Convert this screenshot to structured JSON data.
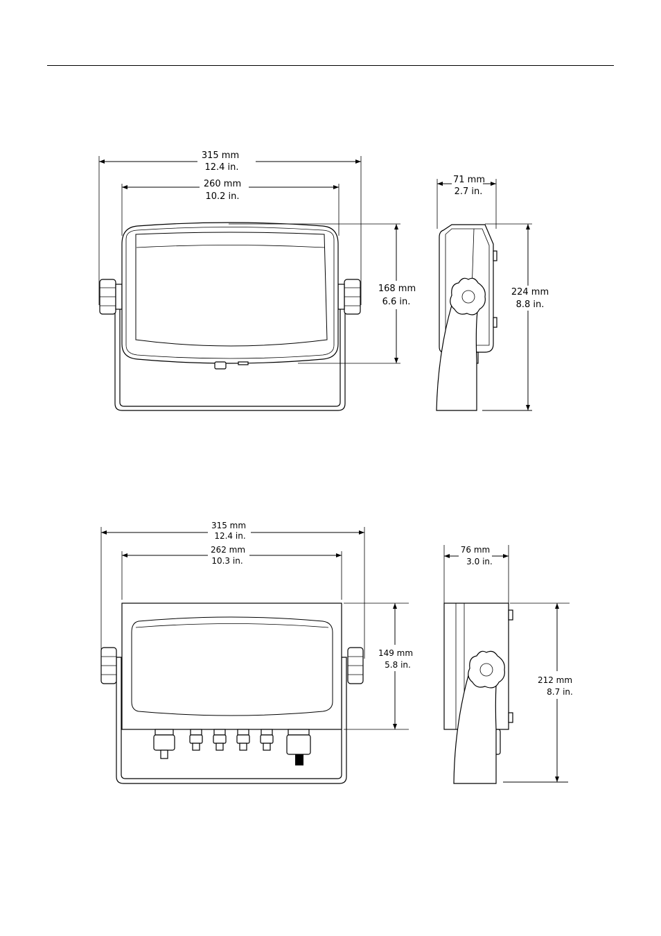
{
  "upper_drawing": {
    "overall_width": {
      "mm": "315 mm",
      "in": "12.4 in."
    },
    "housing_width": {
      "mm": "260 mm",
      "in": "10.2 in."
    },
    "housing_height": {
      "mm": "168 mm",
      "in": "6.6 in."
    },
    "side_depth": {
      "mm": "71 mm",
      "in": "2.7 in."
    },
    "overall_height": {
      "mm": "224 mm",
      "in": "8.8 in."
    }
  },
  "lower_drawing": {
    "overall_width": {
      "mm": "315 mm",
      "in": "12.4 in."
    },
    "housing_width": {
      "mm": "262 mm",
      "in": "10.3 in."
    },
    "housing_height": {
      "mm": "149 mm",
      "in": "5.8 in."
    },
    "side_depth": {
      "mm": "76 mm",
      "in": "3.0 in."
    },
    "overall_height": {
      "mm": "212 mm",
      "in": "8.7 in."
    }
  }
}
